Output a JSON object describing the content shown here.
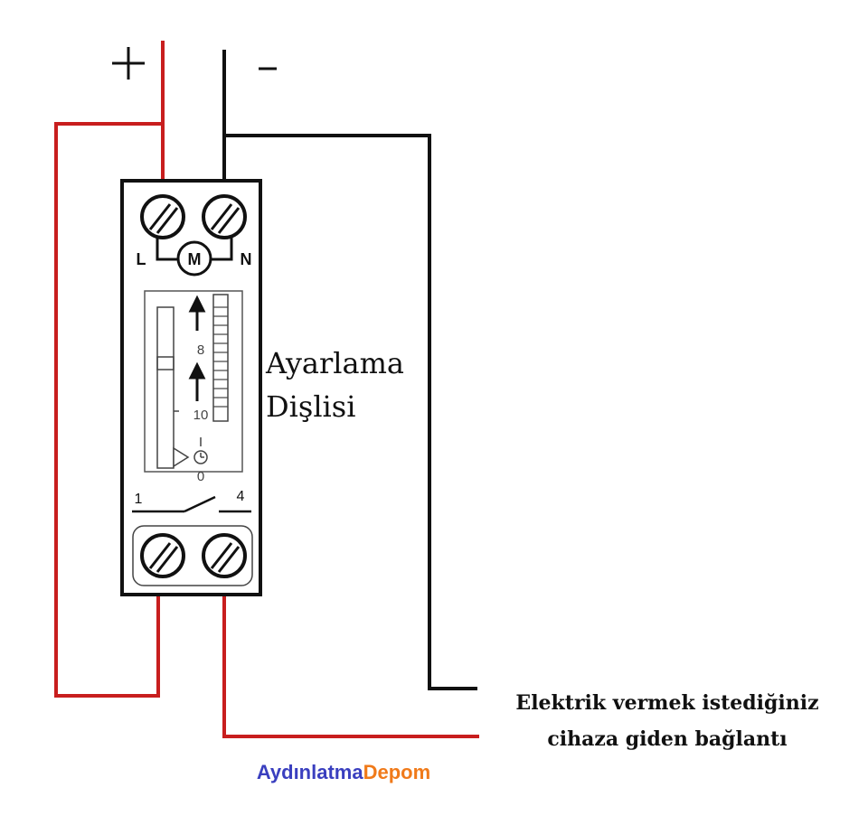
{
  "terminals": {
    "plus": "+",
    "minus": "–",
    "l": "L",
    "n": "N",
    "motor": "M",
    "contact_1": "1",
    "contact_4": "4"
  },
  "dial": {
    "mark_8": "8",
    "mark_10": "10",
    "mark_0": "0"
  },
  "labels": {
    "adjust_line1": "Ayarlama",
    "adjust_line2": "Dişlisi",
    "device_line1": "Elektrik vermek istediğiniz",
    "device_line2": "cihaza giden bağlantı"
  },
  "brand": {
    "part1": "Aydınlatma",
    "part2": "Depom"
  },
  "colors": {
    "live_wire": "#c81e1e",
    "neutral_wire": "#111111",
    "brand_blue": "#3a3fbf",
    "brand_orange": "#f07a1a"
  }
}
